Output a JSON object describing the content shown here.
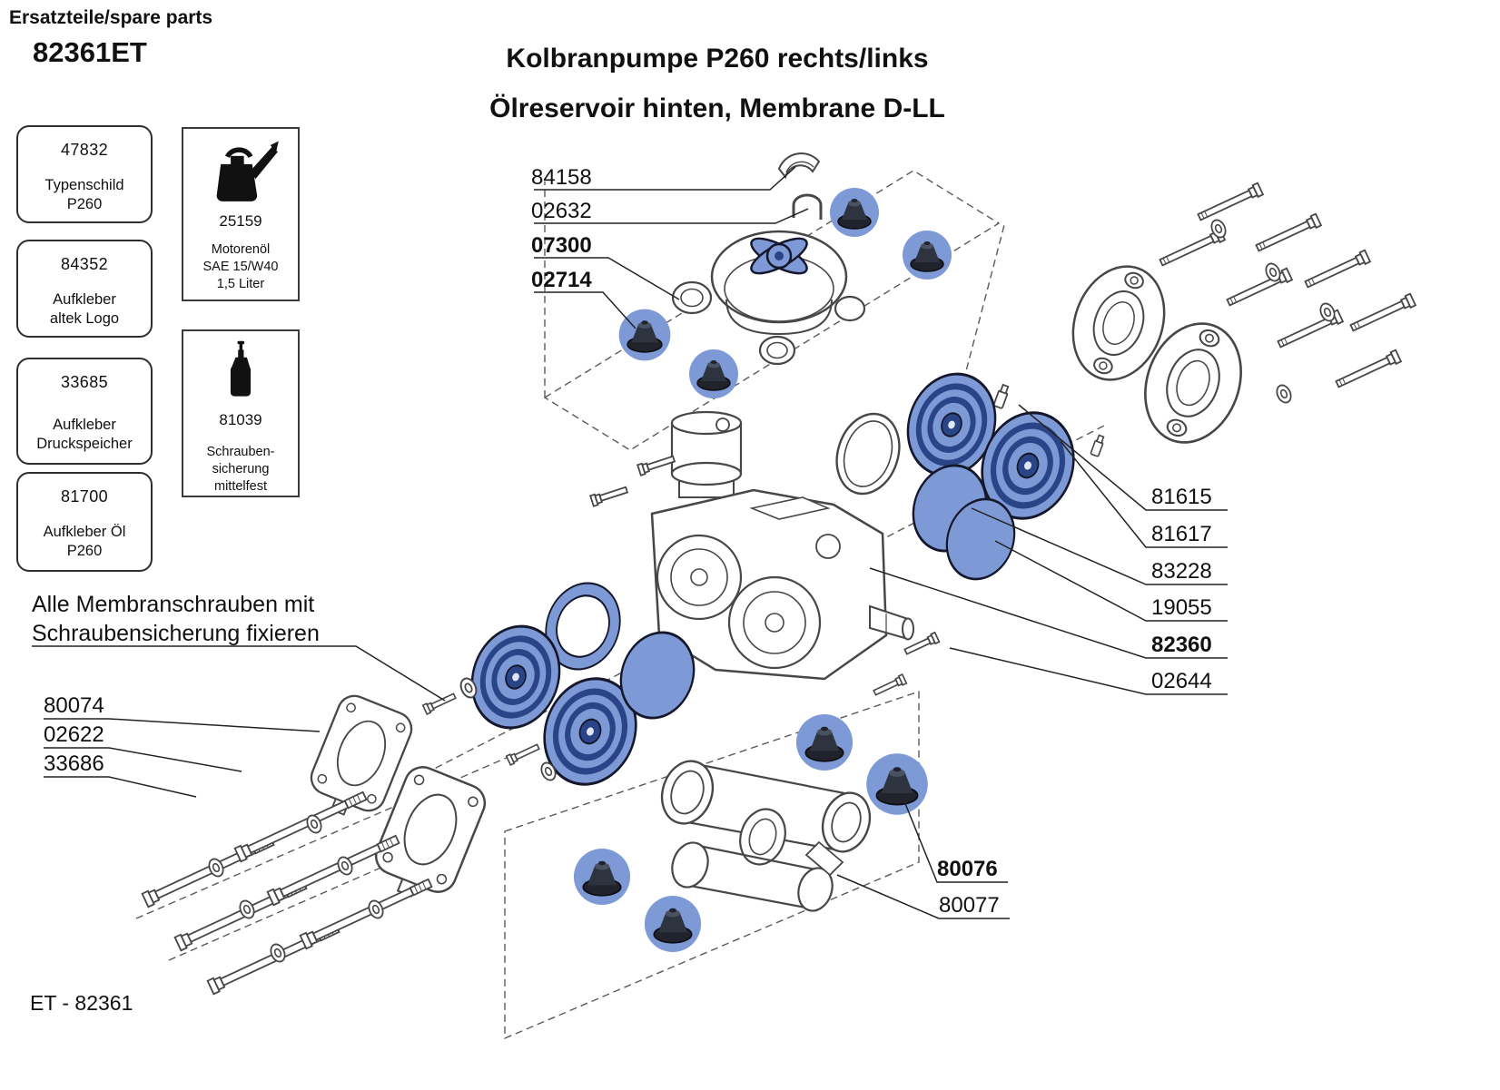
{
  "meta": {
    "eyebrow": "Ersatzteile/spare parts",
    "doc_number": "82361ET",
    "footer": "ET - 82361"
  },
  "title": {
    "line1": "Kolbranpumpe P260 rechts/links",
    "line2": "Ölreservoir hinten, Membrane D-LL"
  },
  "sticker_boxes": [
    {
      "number": "47832",
      "line1": "Typenschild",
      "line2": "P260"
    },
    {
      "number": "84352",
      "line1": "Aufkleber",
      "line2": "altek Logo"
    },
    {
      "number": "33685",
      "line1": "Aufkleber",
      "line2": "Druckspeicher"
    },
    {
      "number": "81700",
      "line1": "Aufkleber Öl",
      "line2": "P260"
    }
  ],
  "consumable_boxes": [
    {
      "number": "25159",
      "icon": "oil-can-icon",
      "line1": "Motorenöl",
      "line2": "SAE 15/W40",
      "line3": "1,5 Liter"
    },
    {
      "number": "81039",
      "icon": "glue-bottle-icon",
      "line1": "Schrauben-",
      "line2": "sicherung",
      "line3": "mittelfest"
    }
  ],
  "note": {
    "line1": "Alle Membranschrauben mit",
    "line2": "Schraubensicherung fixieren"
  },
  "callouts": {
    "84158": "84158",
    "02632": "02632",
    "07300": "07300",
    "02714": "02714",
    "81615": "81615",
    "81617": "81617",
    "83228": "83228",
    "19055": "19055",
    "82360": "82360",
    "02644": "02644",
    "80074": "80074",
    "02622": "02622",
    "33686": "33686",
    "80076": "80076",
    "80077": "80077"
  },
  "colors": {
    "highlight_blue": "#7E9AD6",
    "line_color": "#474747"
  }
}
